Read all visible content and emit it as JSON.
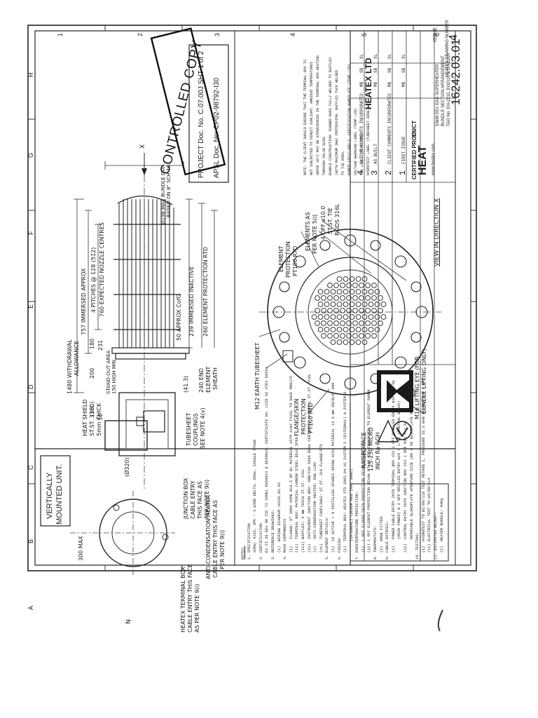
{
  "stamp": {
    "text": "CONTROLLED COPY"
  },
  "title_labels": {
    "vertically": "VERTICALLY",
    "mounted": "MOUNTED UNIT."
  },
  "project_box": {
    "line1": "PROJECT Doc. No. C.07.00J SHT 1 of 2",
    "line2": "APSL Doc. No: CP02-98792-I30"
  },
  "side_view": {
    "dims": {
      "withdrawal": "1480 WITHDRAWAL",
      "allowance": "ALLOWANCE",
      "immersed_approx": "757 IMMERSED APPROX",
      "pitches": "4 PITCHES @ 128 (512)",
      "nozzle_centres": "760 EXPECTED NOZZLE CENTRES",
      "d300": "(300)",
      "d200": "200",
      "d180": "180",
      "d231": "231",
      "d50": "50",
      "approx_cofg": "50 APPROX CofG",
      "immersed_inactive": "239 IMMERSED INACTIVE",
      "element_protection_rtd": "260 ELEMENT PROTECTION RTD",
      "d413": "(41.3)",
      "end_element": "240 END",
      "element_label": "ELEMENT",
      "sheath": "SHEATH",
      "standout": "STAND-OUT AREA",
      "standout2": "150 HIGH MIN",
      "heat_shield": "HEAT SHIELD",
      "heat_shield2": "ST.ST. 316L",
      "heat_shield3": "5mm THICK",
      "d320": "(Ø320)",
      "bundle_dia": "Ø198 MAX BUNDLE DIA",
      "based_on": "BASED ON 8\" SCH 40.",
      "x_marker": "X"
    },
    "tubesheet_couplings": [
      "TUBESHEET",
      "COUPLINGS",
      "SEE NOTE 4(v)"
    ],
    "junction_box": [
      "JUNCTION BOX",
      "CABLE ENTRY",
      "THIS FACE AS",
      "PER NOTE 9(i)"
    ],
    "anti_condensation": [
      "ANTI-CONDENSATION HEATER",
      "CABLE ENTRY THIS FACE AS",
      "PER NOTE 9(i)"
    ],
    "heatex_terminal": [
      "HEATEX TERMINAL BOX",
      "CABLE ENTRY THIS FACE",
      "AS PER NOTE 9(i)"
    ],
    "d300max": "300 MAX",
    "north": "N"
  },
  "flange_view": {
    "element_protection": [
      "ELEMENT",
      "PROTECTION",
      "PT100 RTD"
    ],
    "elements_as": [
      "ELEMENTS AS",
      "PER NOTE 5(i)"
    ],
    "tie_rods": [
      "4 OFF ø10.0",
      "ST.ST. TIE",
      "RODS 316L"
    ],
    "tubesheet": "TUBESHEET",
    "earth": "M12 EARTH",
    "flange_skin": [
      "FLANGE/SKIN",
      "PROTECTION",
      "PT100 RTD"
    ],
    "raised_face": [
      "RAISED FACE",
      "125-250 MICRO",
      "INCH Ra-RGH"
    ],
    "lifting_eye": [
      "M16 LIFTING EYE (FOR",
      "BUNDLE LIFTING ONLY)"
    ],
    "view_label": "VIEW IN DIRECTION X"
  },
  "notes": {
    "header": "NOTES:",
    "lines": [
      "1. SPECIFICATION",
      "   33kW, 415V, 3Ph ~ 3 WIRE DELTA, 50Hz, SINGLE STAGE",
      "2. CERTIFICATION",
      "   Ex II 2G EEx de IIC T3 ZONE1 EN50014 & EN50018. CERTIFICATE No. LCIE 02 ATEX 6055X",
      "3. REFERENCE DRAWINGS:",
      "   (i)  WIRING DIAGRAM 16242.03.03",
      "4. MAIN COMPONENTS",
      "   (i)   FLANGE: 8\" 300# ASME B16.5 RF BL MATERIAL ASTM A182 F316L TO NACE MR0175",
      "   (ii)  TERMINAL BOX: MATERIAL CARBON STEEL EExd IP66",
      "   (iii) BAFFLES: 5 mm THICK ST.ST. 316L",
      "   (iv)  INSTRUMENT JUNCTION BOX: ABB/CSH 5866 EExe CERTIFIED MATERIAL ST.ST. 316L",
      "   (v)   ANTI-CONDENSATION HEATER: 50W 110V",
      "   (vi)  TUBESHEET COUPLINGS: ST.ST. 316 FLANGE/RTS",
      "5. ELEMENT DETAILS:",
      "   (i)  16 ACTIVE + 0 INSTALLED SPARES 3058W 415V MATERIAL 12.5 mm INCOLOY 800",
      "6. FINISH:",
      "   (i)  TERMINAL BOX: HEATEX STD 2003.04.01 SYSTEM 2 (EXTERNAL) & SYSTEM 6",
      "        (INTERNAL) COLOUR RED (RAL 3002)",
      "7. OVERTEMPERATURE PROTECTION:",
      "   (i)  1 OFF FLANGE/SKIN PROTECTION EExde PT100 RTD",
      "   (ii) 1 OFF ELEMENT PROTECTION EExde PT100 RTD CONNECTED TO ELEMENT SHOWN",
      "8. THERMOSTATS:",
      "   (i)  NONE FITTED",
      "9. CABLE ENTRIES:",
      "   (i)   POWER CABLE ENTRY INTO TERMINAL BOX VIA 1 OFF DRILLED ENTRY ø32 + 1.5p",
      "         (MAIN POWER) & 2 OFF DRILLED ENTRY ø25 + 1.5p (CONTROL & AUX)",
      "   (ii)  CONTROL ENTRY INTO JUNCTION BOX VIA 1 OFF M20 + 1.5p",
      "         REMOVABLE GLANDPLATE APERTURE SIZE 108 x 58 GLANDPLATE MATERIAL ST.ST 316L",
      "10. TESTING:",
      "   (i)  HYDROTEST TO WI/08/110 TEST METHOD 1, PRESSURE 52.3 BAR g DURATION 4 HRS",
      "   (ii) ELECTRICAL TEST TO WI/08/114",
      "11. ESTIMATED WEIGHT:",
      "   (i)  HEATER BUNDLE: 94Kg"
    ]
  },
  "right_notes": {
    "lines": [
      "NOTE: THE CLIENT SHOULD ENSURE THAT THE TERMINAL BOX IS",
      "NOT SUBJECTED TO DIRECT SUNLIGHT. AMBIENT TEMPERATURES",
      "ABOVE 30°C MAY BE EXPERIENCED IN THE TERMINAL BOX HEATING",
      "THROUGH SOLAR GAIN.",
      "BUNDLE CONSTRUCTION: RUNNER BARS FULLY WELDED TO BAFFLES",
      "(WITH MAXIMUM 3mm) PROTRUSION. BAFFLES TACK WELDED",
      "TO TIE RODS.",
      "NAMEPLATES/LABELS: CERTIFICATION NAMEPLATE (TEMP LID)",
      "VOLTAGE WARNING LABEL (TEMP LID)",
      "TAG LABEL (TEMP LID)",
      "HYDROTEST LABEL (TUBESHEET EDGE)"
    ]
  },
  "revisions": {
    "rows": [
      {
        "rev": "4",
        "desc": "CLIENT COMMENTS INCORPORATED",
        "by": "MB",
        "chk": "SB",
        "app": "SL"
      },
      {
        "rev": "3",
        "desc": "AS BUILT",
        "by": "MB",
        "chk": "SB",
        "app": "SL"
      },
      {
        "rev": "2",
        "desc": "CLIENT COMMENTS INCORPORATED",
        "by": "MB",
        "chk": "SB",
        "app": "SL"
      },
      {
        "rev": "1",
        "desc": "FIRST ISSUE",
        "by": "MB",
        "chk": "SB",
        "app": "SL"
      }
    ],
    "certified": "CERTIFIED PRODUCT"
  },
  "title_block": {
    "company": "HEATEX LTD",
    "brand": "HEAT",
    "website": "www.heatex.com",
    "title_line1": "53kW EEx GAS SUPERHEATER",
    "title_line2": "BUNDLE SECTION ARRANGEMENT",
    "title_line3": "TAG No: EH-2210, EH2110 & EH-2210",
    "drawing_number_label": "HEATEX DRAWING NUMBER",
    "drawing_number": "16242.03.01",
    "issue_label": "ISSUE",
    "issue": "4",
    "bsi_label": "BSI"
  },
  "border": {
    "top_numbers": [
      "1",
      "2",
      "3",
      "4",
      "5",
      "6"
    ],
    "side_letters": [
      "A",
      "B",
      "C",
      "D",
      "E",
      "F",
      "G",
      "H"
    ]
  }
}
